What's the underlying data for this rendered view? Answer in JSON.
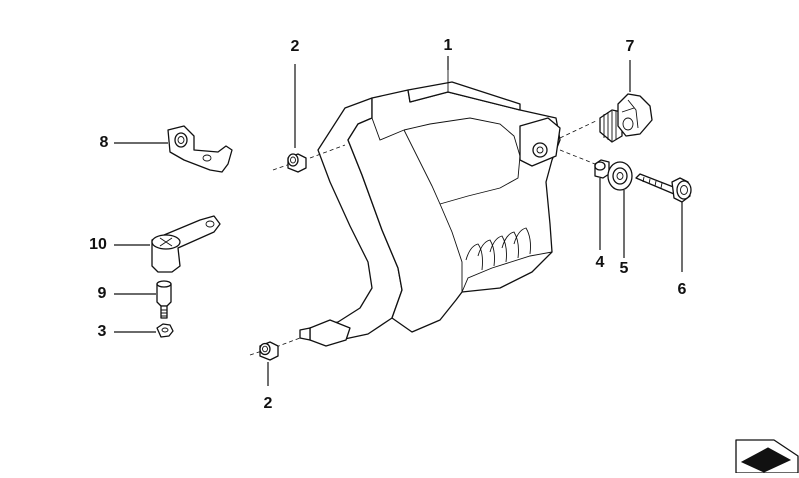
{
  "diagram": {
    "callouts": [
      {
        "id": "c1",
        "text": "1"
      },
      {
        "id": "c2a",
        "text": "2"
      },
      {
        "id": "c2b",
        "text": "2"
      },
      {
        "id": "c3",
        "text": "3"
      },
      {
        "id": "c4",
        "text": "4"
      },
      {
        "id": "c5",
        "text": "5"
      },
      {
        "id": "c6",
        "text": "6"
      },
      {
        "id": "c7",
        "text": "7"
      },
      {
        "id": "c8",
        "text": "8"
      },
      {
        "id": "c9",
        "text": "9"
      },
      {
        "id": "c10",
        "text": "10"
      }
    ],
    "parts": [
      {
        "callout": "1",
        "icon": "protective-cover-icon"
      },
      {
        "callout": "2",
        "icon": "rubber-grommet-icon"
      },
      {
        "callout": "3",
        "icon": "nut-icon"
      },
      {
        "callout": "4",
        "icon": "spacer-sleeve-icon"
      },
      {
        "callout": "5",
        "icon": "washer-icon"
      },
      {
        "callout": "6",
        "icon": "bolt-icon"
      },
      {
        "callout": "7",
        "icon": "knurled-knob-icon"
      },
      {
        "callout": "8",
        "icon": "angle-bracket-icon"
      },
      {
        "callout": "9",
        "icon": "stud-pin-icon"
      },
      {
        "callout": "10",
        "icon": "holder-bracket-icon"
      }
    ],
    "corner_icon": "arrow-logo-icon"
  }
}
